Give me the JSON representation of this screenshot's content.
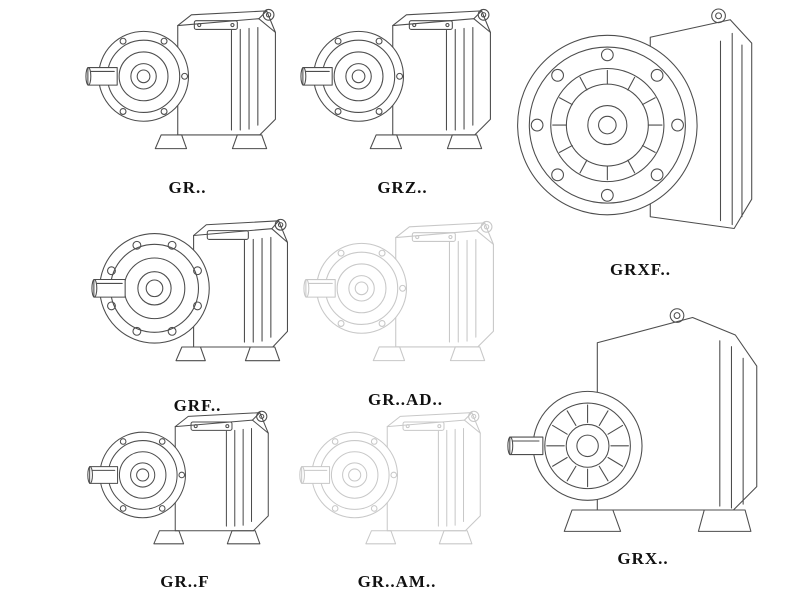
{
  "page": {
    "title": "Gear reducer series catalog sheet",
    "background": "#ffffff"
  },
  "colors": {
    "line": "#4d4d4d",
    "ghost": "#c8c8c8",
    "label": "#111111",
    "background": "#ffffff"
  },
  "figures": [
    {
      "id": "gr",
      "label": "GR..",
      "style": "solid",
      "drawing": "foot-mounted helical gear unit, input shaft left"
    },
    {
      "id": "grz",
      "label": "GRZ..",
      "style": "solid",
      "drawing": "foot-mounted helical gear unit variant Z"
    },
    {
      "id": "grxf",
      "label": "GRXF..",
      "style": "solid",
      "drawing": "large flange-mounted single-stage gear unit"
    },
    {
      "id": "grf",
      "label": "GRF..",
      "style": "solid",
      "drawing": "flange-and-foot helical gear unit"
    },
    {
      "id": "grad",
      "label": "GR..AD..",
      "style": "ghost",
      "drawing": "helical gear unit with AD input adapter (phantom view)"
    },
    {
      "id": "grx",
      "label": "GRX..",
      "style": "solid",
      "drawing": "large single-stage foot-mounted gear unit"
    },
    {
      "id": "grff",
      "label": "GR..F",
      "style": "solid",
      "drawing": "helical gear unit with output flange"
    },
    {
      "id": "gram",
      "label": "GR..AM..",
      "style": "ghost",
      "drawing": "helical gear unit with AM motor adapter (phantom view)"
    }
  ]
}
